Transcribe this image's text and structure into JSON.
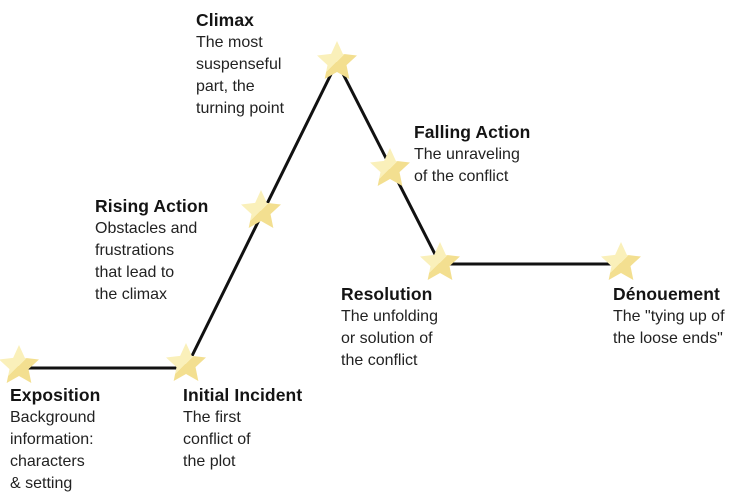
{
  "diagram": {
    "name": "Plot structure diagram",
    "colors": {
      "background": "#ffffff",
      "line": "#111111",
      "star_light": "#faf0ba",
      "star_dark": "#f3df90",
      "title_text": "#141414",
      "body_text": "#222222"
    },
    "stages": [
      {
        "id": "exposition",
        "title": "Exposition",
        "description": "Background\ninformation:\ncharacters\n& setting"
      },
      {
        "id": "initial-incident",
        "title": "Initial Incident",
        "description": "The first\nconflict of\nthe plot"
      },
      {
        "id": "rising-action",
        "title": "Rising Action",
        "description": "Obstacles and\nfrustrations\nthat lead to\nthe climax"
      },
      {
        "id": "climax",
        "title": "Climax",
        "description": "The most\nsuspenseful\npart, the\nturning point"
      },
      {
        "id": "falling-action",
        "title": "Falling Action",
        "description": "The unraveling\nof the conflict"
      },
      {
        "id": "resolution",
        "title": "Resolution",
        "description": "The unfolding\nor solution of\nthe conflict"
      },
      {
        "id": "denouement",
        "title": "Dénouement",
        "description": "The \"tying up of\nthe loose ends\""
      }
    ]
  }
}
